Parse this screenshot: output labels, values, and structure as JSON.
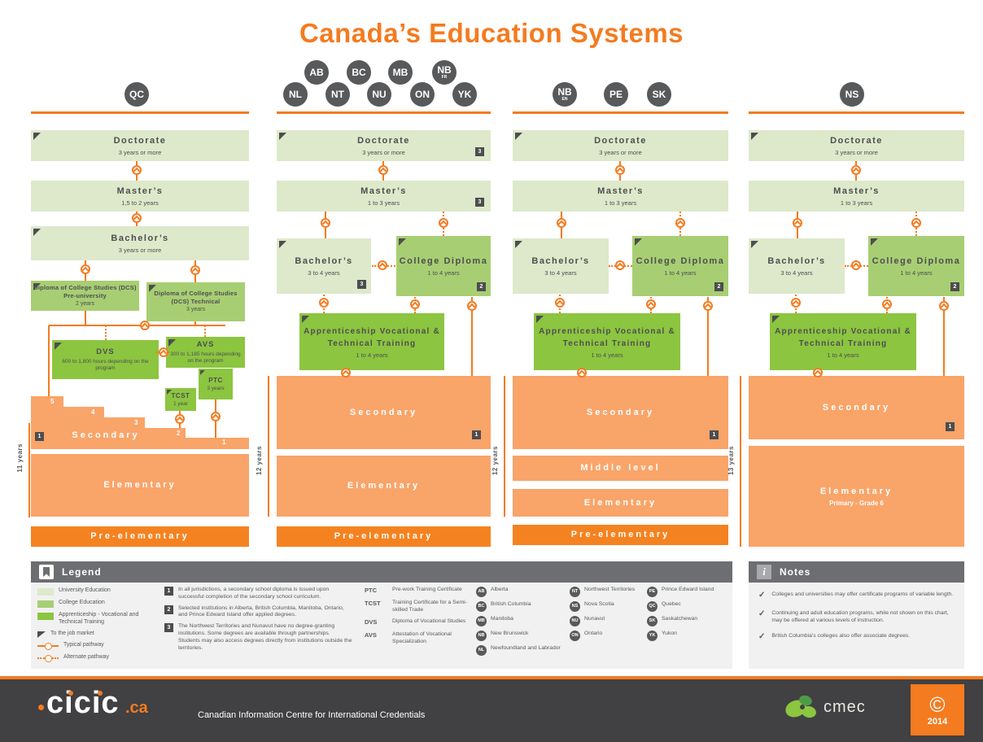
{
  "title": "Canada’s Education Systems",
  "badges": {
    "qc": {
      "code": "QC"
    },
    "ab": {
      "code": "AB"
    },
    "bc": {
      "code": "BC"
    },
    "mb": {
      "code": "MB"
    },
    "nb_fr": {
      "code": "NB",
      "sub": "FR"
    },
    "nl": {
      "code": "NL"
    },
    "nt": {
      "code": "NT"
    },
    "nu": {
      "code": "NU"
    },
    "on": {
      "code": "ON"
    },
    "yk": {
      "code": "YK"
    },
    "nb_en": {
      "code": "NB",
      "sub": "EN"
    },
    "pe": {
      "code": "PE"
    },
    "sk": {
      "code": "SK"
    },
    "ns": {
      "code": "NS"
    }
  },
  "col1": {
    "years": "11 years",
    "doctorate": {
      "t": "Doctorate",
      "s": "3 years or more"
    },
    "masters": {
      "t": "Master’s",
      "s": "1,5 to 2 years"
    },
    "bachelors": {
      "t": "Bachelor’s",
      "s": "3 years or more"
    },
    "dcs_preu": {
      "t": "Diploma of College Studies (DCS) Pre-university",
      "s": "2 years"
    },
    "dcs_tech": {
      "t": "Diploma of College Studies (DCS) Technical",
      "s": "3 years"
    },
    "dvs": {
      "t": "DVS",
      "s": "600 to 1,800 hours depending on the program"
    },
    "avs": {
      "t": "AVS",
      "s": "300 to 1,185 hours depending on the program"
    },
    "ptc": {
      "t": "PTC",
      "s": "3 years"
    },
    "tcst": {
      "t": "TCST",
      "s": "1 year"
    },
    "secondary": {
      "t": "Secondary",
      "note": "1",
      "steps": [
        "5",
        "4",
        "3",
        "2",
        "1"
      ]
    },
    "elementary": {
      "t": "Elementary"
    },
    "pre_elementary": {
      "t": "Pre-elementary"
    }
  },
  "col2": {
    "years": "12 years",
    "doctorate": {
      "t": "Doctorate",
      "s": "3 years or more",
      "note": "3"
    },
    "masters": {
      "t": "Master’s",
      "s": "1 to 3 years",
      "note": "3"
    },
    "bachelors": {
      "t": "Bachelor’s",
      "s": "3 to 4 years",
      "note": "3"
    },
    "college": {
      "t": "College Diploma",
      "s": "1 to 4 years",
      "note": "2"
    },
    "apprenticeship": {
      "t": "Apprenticeship Vocational & Technical Training",
      "s": "1 to 4 years"
    },
    "secondary": {
      "t": "Secondary",
      "note": "1"
    },
    "elementary": {
      "t": "Elementary"
    },
    "pre_elementary": {
      "t": "Pre-elementary"
    }
  },
  "col3": {
    "years": "12 years",
    "doctorate": {
      "t": "Doctorate",
      "s": "3 years or more"
    },
    "masters": {
      "t": "Master’s",
      "s": "1 to 3 years"
    },
    "bachelors": {
      "t": "Bachelor’s",
      "s": "3 to 4 years"
    },
    "college": {
      "t": "College Diploma",
      "s": "1 to 4 years",
      "note": "2"
    },
    "apprenticeship": {
      "t": "Apprenticeship Vocational & Technical Training",
      "s": "1 to 4 years"
    },
    "secondary": {
      "t": "Secondary",
      "note": "1"
    },
    "middle": {
      "t": "Middle level"
    },
    "elementary": {
      "t": "Elementary"
    },
    "pre_elementary": {
      "t": "Pre-elementary"
    }
  },
  "col4": {
    "years": "13 years",
    "doctorate": {
      "t": "Doctorate",
      "s": "3 years or more"
    },
    "masters": {
      "t": "Master’s",
      "s": "1 to 3 years"
    },
    "bachelors": {
      "t": "Bachelor’s",
      "s": "3 to 4 years"
    },
    "college": {
      "t": "College Diploma",
      "s": "1 to 4 years",
      "note": "2"
    },
    "apprenticeship": {
      "t": "Apprenticeship Vocational & Technical Training",
      "s": "1 to 4 years"
    },
    "secondary": {
      "t": "Secondary",
      "note": "1"
    },
    "elementary": {
      "t": "Elementary",
      "s": "Primary - Grade 6"
    }
  },
  "legend": {
    "header": "Legend",
    "swatches": [
      {
        "label": "University Education"
      },
      {
        "label": "College Education"
      },
      {
        "label": "Apprenticeship - Vocational and Technical Training"
      },
      {
        "label": "To the job market"
      },
      {
        "label": "Typical pathway"
      },
      {
        "label": "Alternate pathway"
      }
    ],
    "numbered": [
      {
        "n": "1",
        "text": "In all jurisdictions, a secondary school diploma is issued upon successful completion of the secondary school curriculum."
      },
      {
        "n": "2",
        "text": "Selected institutions in Alberta, British Columbia, Manitoba, Ontario, and Prince Edward Island offer applied degrees."
      },
      {
        "n": "3",
        "text": "The Northwest Territories and Nunavut have no degree-granting institutions. Some degrees are available through partnerships. Students may also access degrees directly from institutions outside the territories."
      }
    ],
    "abbreviations": [
      {
        "abbr": "PTC",
        "text": "Pre-work Training Certificate"
      },
      {
        "abbr": "TCST",
        "text": "Training Certificate for a Semi-skilled Trade"
      },
      {
        "abbr": "DVS",
        "text": "Diploma of Vocational Studies"
      },
      {
        "abbr": "AVS",
        "text": "Attestation of Vocational Specialization"
      }
    ],
    "provinces_a": [
      {
        "code": "AB",
        "name": "Alberta"
      },
      {
        "code": "BC",
        "name": "British Columbia"
      },
      {
        "code": "MB",
        "name": "Manitoba"
      },
      {
        "code": "NB",
        "name": "New Brunswick"
      },
      {
        "code": "NL",
        "name": "Newfoundland and Labrador"
      }
    ],
    "provinces_b": [
      {
        "code": "NT",
        "name": "Northwest Territories"
      },
      {
        "code": "NS",
        "name": "Nova Scotia"
      },
      {
        "code": "NU",
        "name": "Nunavut"
      },
      {
        "code": "ON",
        "name": "Ontario"
      }
    ],
    "provinces_c": [
      {
        "code": "PE",
        "name": "Prince Edward Island"
      },
      {
        "code": "QC",
        "name": "Quebec"
      },
      {
        "code": "SK",
        "name": "Saskatchewan"
      },
      {
        "code": "YK",
        "name": "Yukon"
      }
    ]
  },
  "notes": {
    "header": "Notes",
    "icon": "i",
    "check": "✓",
    "items": [
      "Colleges and universities may offer certificate programs of variable length.",
      "Continuing and adult education programs, while not shown on this chart, may be offered at various levels of instruction.",
      "British Columbia’s colleges also offer associate degrees."
    ]
  },
  "footer": {
    "logo_main": "cicic",
    "logo_suffix": ".ca",
    "tagline": "Canadian Information Centre for International Credentials",
    "cmec": "cmec",
    "copyright_symbol": "©",
    "year": "2014"
  }
}
